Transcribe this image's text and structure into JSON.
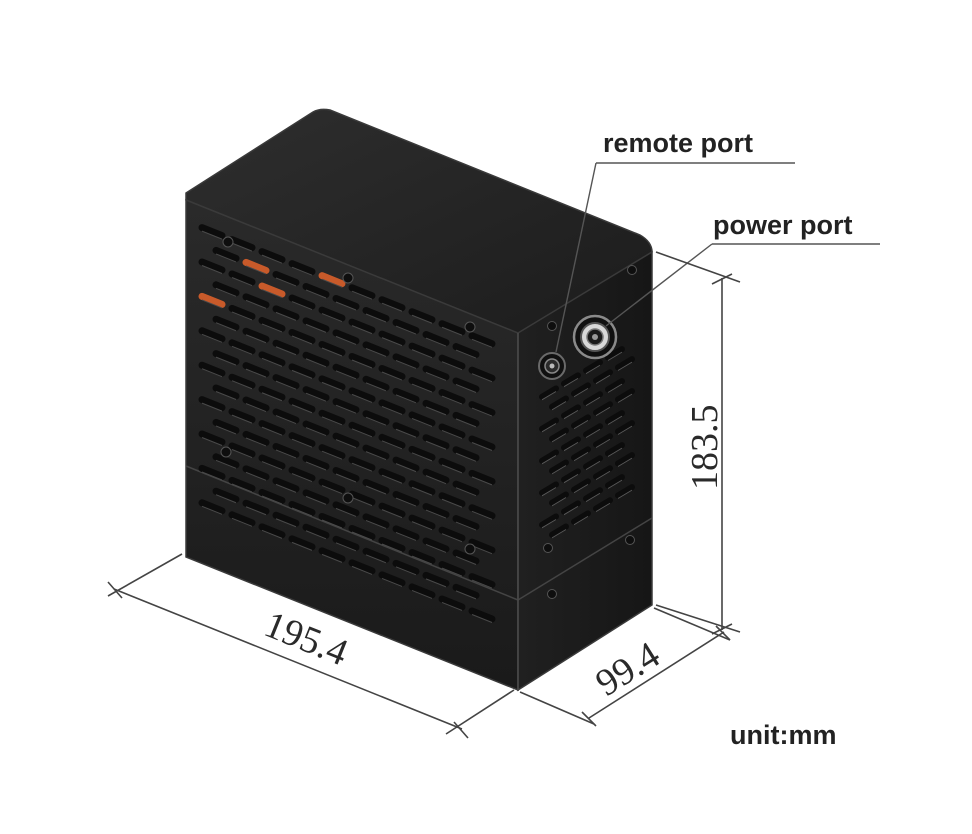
{
  "labels": {
    "remote_port": "remote port",
    "power_port": "power port",
    "unit": "unit:mm"
  },
  "dimensions": {
    "width": "195.4",
    "depth": "99.4",
    "height": "183.5"
  },
  "colors": {
    "body": "#232323",
    "edge": "#3a3a3a",
    "slot": "#0c0c0c",
    "accent_orange": "#c85a2a"
  }
}
